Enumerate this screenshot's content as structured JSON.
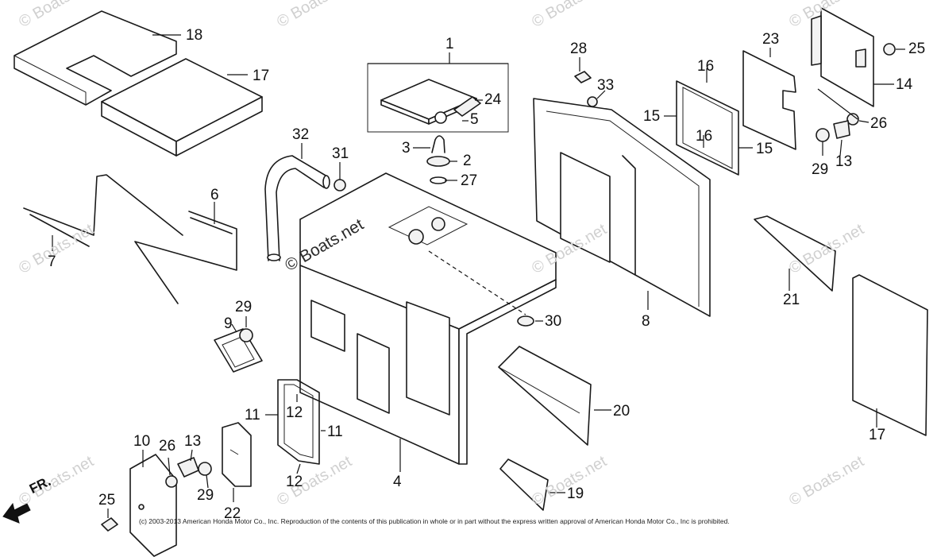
{
  "diagram": {
    "copyright": "(c) 2003-2013 American Honda Motor Co., Inc. Reproduction of the contents of this publication in whole or in part without the express written approval of American Honda Motor Co., Inc is prohibited.",
    "direction_label": "FR.",
    "watermark": "© Boats.net",
    "part_numbers": [
      "1",
      "2",
      "3",
      "4",
      "5",
      "6",
      "7",
      "8",
      "9",
      "10",
      "11",
      "12",
      "13",
      "14",
      "15",
      "16",
      "17",
      "18",
      "19",
      "20",
      "21",
      "22",
      "23",
      "24",
      "25",
      "26",
      "27",
      "28",
      "29",
      "30",
      "31",
      "32",
      "33"
    ]
  }
}
